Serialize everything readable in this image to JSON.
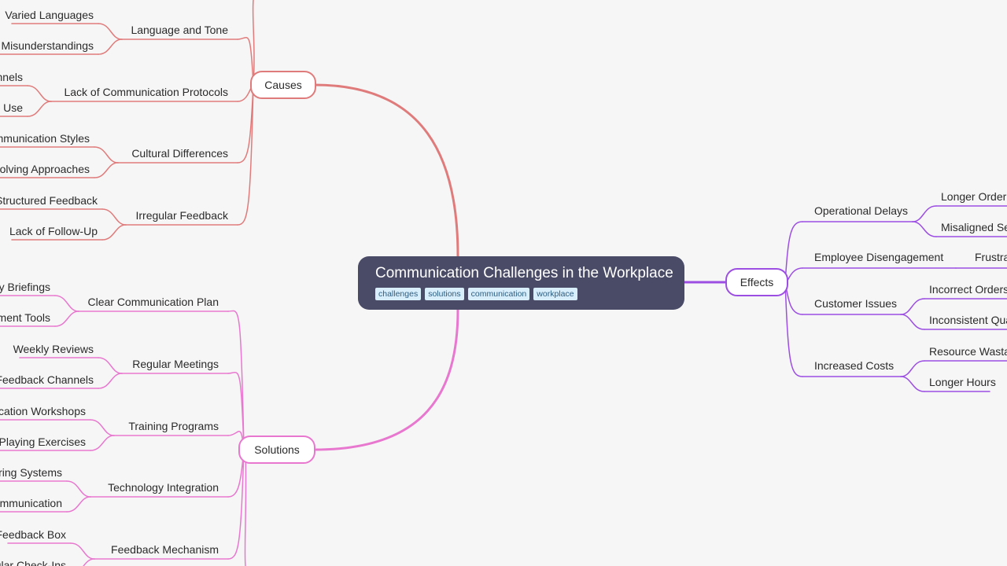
{
  "colors": {
    "causes": "#e07b7b",
    "solutions": "#e878cf",
    "effects": "#9c4ee3",
    "root": "#4a4b66",
    "tag_bg": "#d9eefb",
    "background": "#f6f6f6"
  },
  "root": {
    "title": "Communication Challenges in the Workplace",
    "tags": [
      "challenges",
      "solutions",
      "communication",
      "workplace"
    ]
  },
  "branches": {
    "causes": {
      "label": "Causes",
      "children": [
        {
          "label": "Language and Tone",
          "children": [
            "Varied Languages",
            "e Misunderstandings"
          ]
        },
        {
          "label": "Lack of Communication Protocols",
          "children": [
            "annels",
            "tal Use"
          ]
        },
        {
          "label": "Cultural Differences",
          "children": [
            "ommunication Styles",
            "-Solving Approaches"
          ]
        },
        {
          "label": "Irregular Feedback",
          "children": [
            "o Structured Feedback",
            "Lack of Follow-Up"
          ]
        }
      ]
    },
    "solutions": {
      "label": "Solutions",
      "children": [
        {
          "label": "Clear Communication Plan",
          "children": [
            "ly Briefings",
            "ment Tools"
          ]
        },
        {
          "label": "Regular Meetings",
          "children": [
            "Weekly Reviews",
            "n Feedback Channels"
          ]
        },
        {
          "label": "Training Programs",
          "children": [
            "nication Workshops",
            "le-Playing Exercises"
          ]
        },
        {
          "label": "Technology Integration",
          "children": [
            "dering Systems",
            "ommunication"
          ]
        },
        {
          "label": "Feedback Mechanism",
          "children": [
            "Feedback Box",
            "egular Check-Ins"
          ]
        }
      ]
    },
    "effects": {
      "label": "Effects",
      "children": [
        {
          "label": "Operational Delays",
          "children": [
            "Longer Order T",
            "Misaligned Ser"
          ]
        },
        {
          "label": "Employee Disengagement",
          "children": [
            "Frustra"
          ]
        },
        {
          "label": "Customer Issues",
          "children": [
            "Incorrect Orders",
            "Inconsistent Qua"
          ]
        },
        {
          "label": "Increased Costs",
          "children": [
            "Resource Wastage",
            "Longer Hours"
          ]
        }
      ]
    }
  }
}
